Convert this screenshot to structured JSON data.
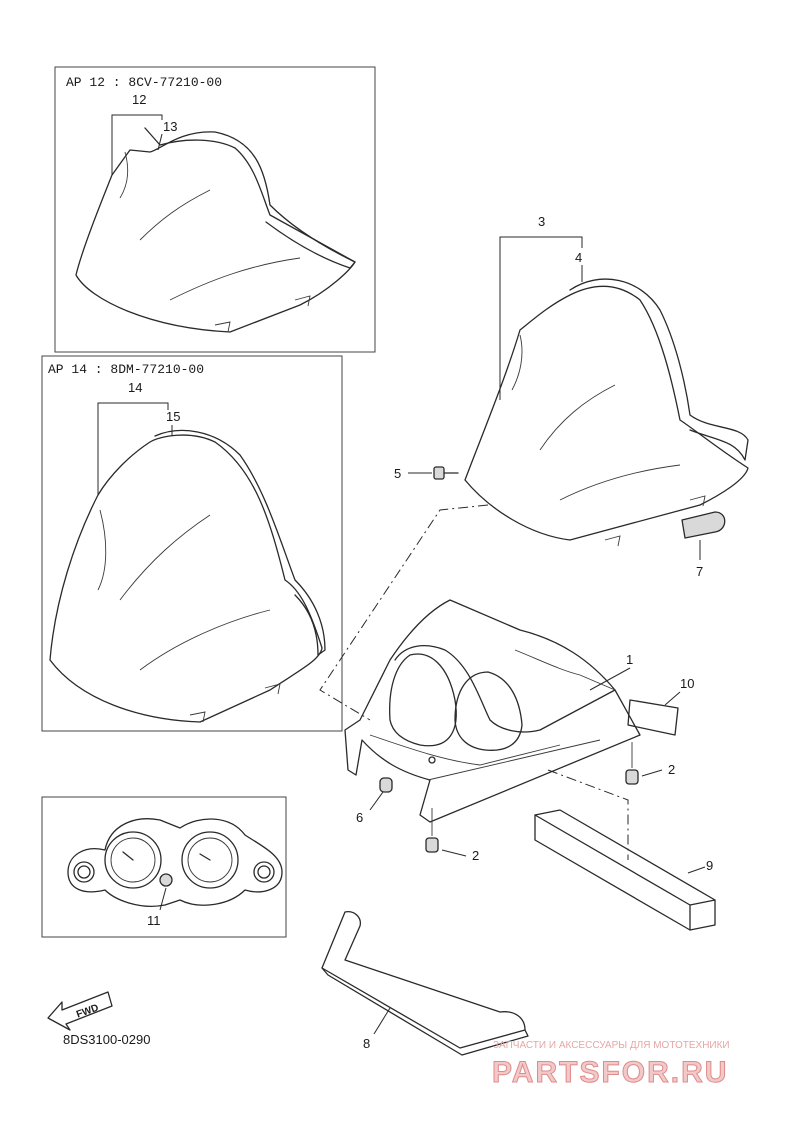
{
  "inset_a": {
    "title": "AP 12 : 8CV-77210-00",
    "labels": [
      "12",
      "13"
    ]
  },
  "inset_b": {
    "title": "AP 14 : 8DM-77210-00",
    "labels": [
      "14",
      "15"
    ]
  },
  "callouts": {
    "c1": "1",
    "c2a": "2",
    "c2b": "2",
    "c3": "3",
    "c4": "4",
    "c5": "5",
    "c6": "6",
    "c7": "7",
    "c8": "8",
    "c9": "9",
    "c10": "10",
    "c11": "11"
  },
  "fwd_label": "FWD",
  "diagram_code": "8DS3100-0290",
  "watermark": {
    "subtitle": "ЗАПЧАСТИ И АКСЕССУАРЫ ДЛЯ МОТОТЕХНИКИ",
    "brand": "PARTSFOR.RU"
  },
  "colors": {
    "line": "#2a2a2a",
    "watermark": "#e08a8a"
  }
}
